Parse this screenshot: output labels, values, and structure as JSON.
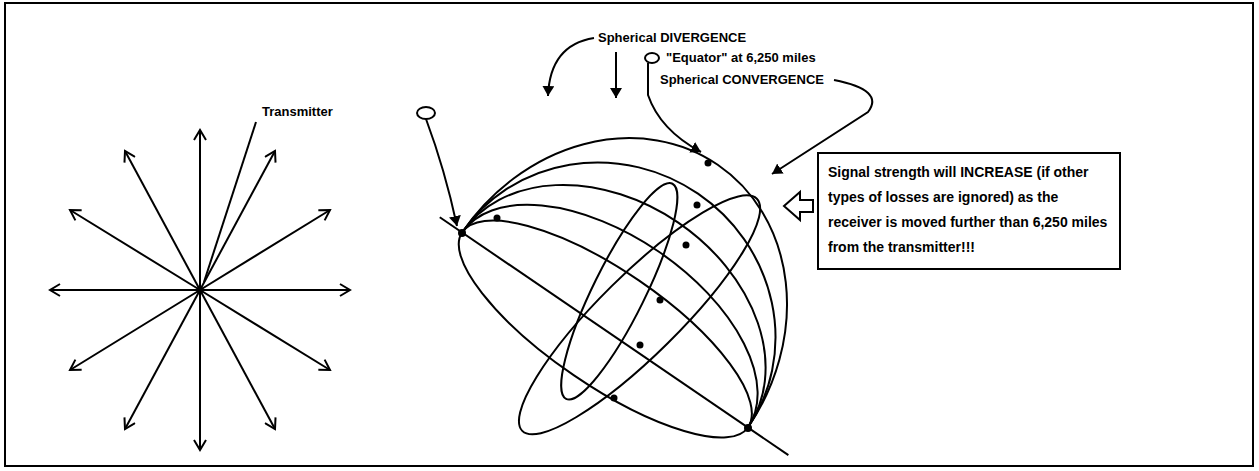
{
  "diagram": {
    "nodes": [
      {
        "text": [
          "Signal strength will INCREASE (if other types of losses are ignored) as the receiver is moved further than 6,250 miles from the transmitter!!!"
        ]
      }
    ],
    "labels": [
      "Spherical DIVERGENCE",
      "\"Equator\" at 6,250 miles",
      "Spherical CONVERGENCE",
      "Transmitter"
    ]
  }
}
